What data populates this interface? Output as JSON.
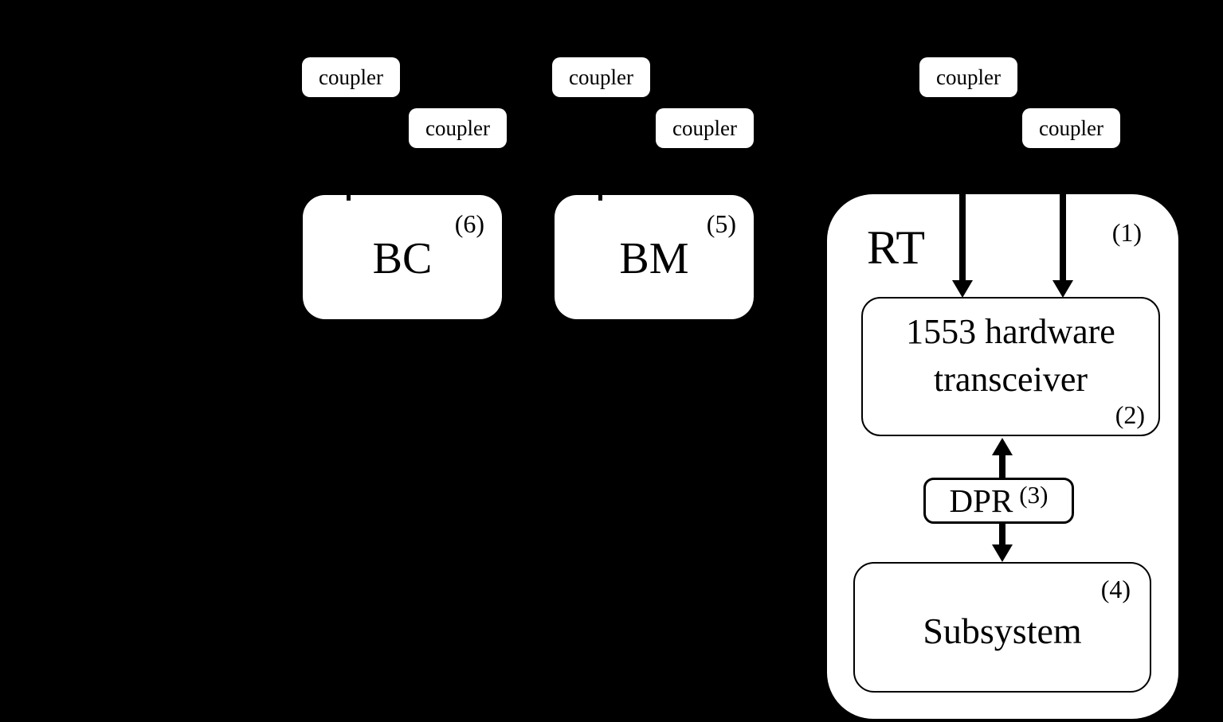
{
  "colors": {
    "background": "#000000",
    "box_fill": "#ffffff",
    "line": "#000000"
  },
  "diagram": {
    "couplers": [
      {
        "label": "coupler"
      },
      {
        "label": "coupler"
      },
      {
        "label": "coupler"
      },
      {
        "label": "coupler"
      },
      {
        "label": "coupler"
      },
      {
        "label": "coupler"
      }
    ],
    "bc": {
      "label": "BC",
      "ref": "(6)"
    },
    "bm": {
      "label": "BM",
      "ref": "(5)"
    },
    "rt": {
      "label": "RT",
      "ref": "(1)"
    },
    "transceiver": {
      "line1": "1553 hardware",
      "line2": "transceiver",
      "ref": "(2)"
    },
    "dpr": {
      "label": "DPR",
      "ref": "(3)"
    },
    "subsystem": {
      "label": "Subsystem",
      "ref": "(4)"
    }
  }
}
